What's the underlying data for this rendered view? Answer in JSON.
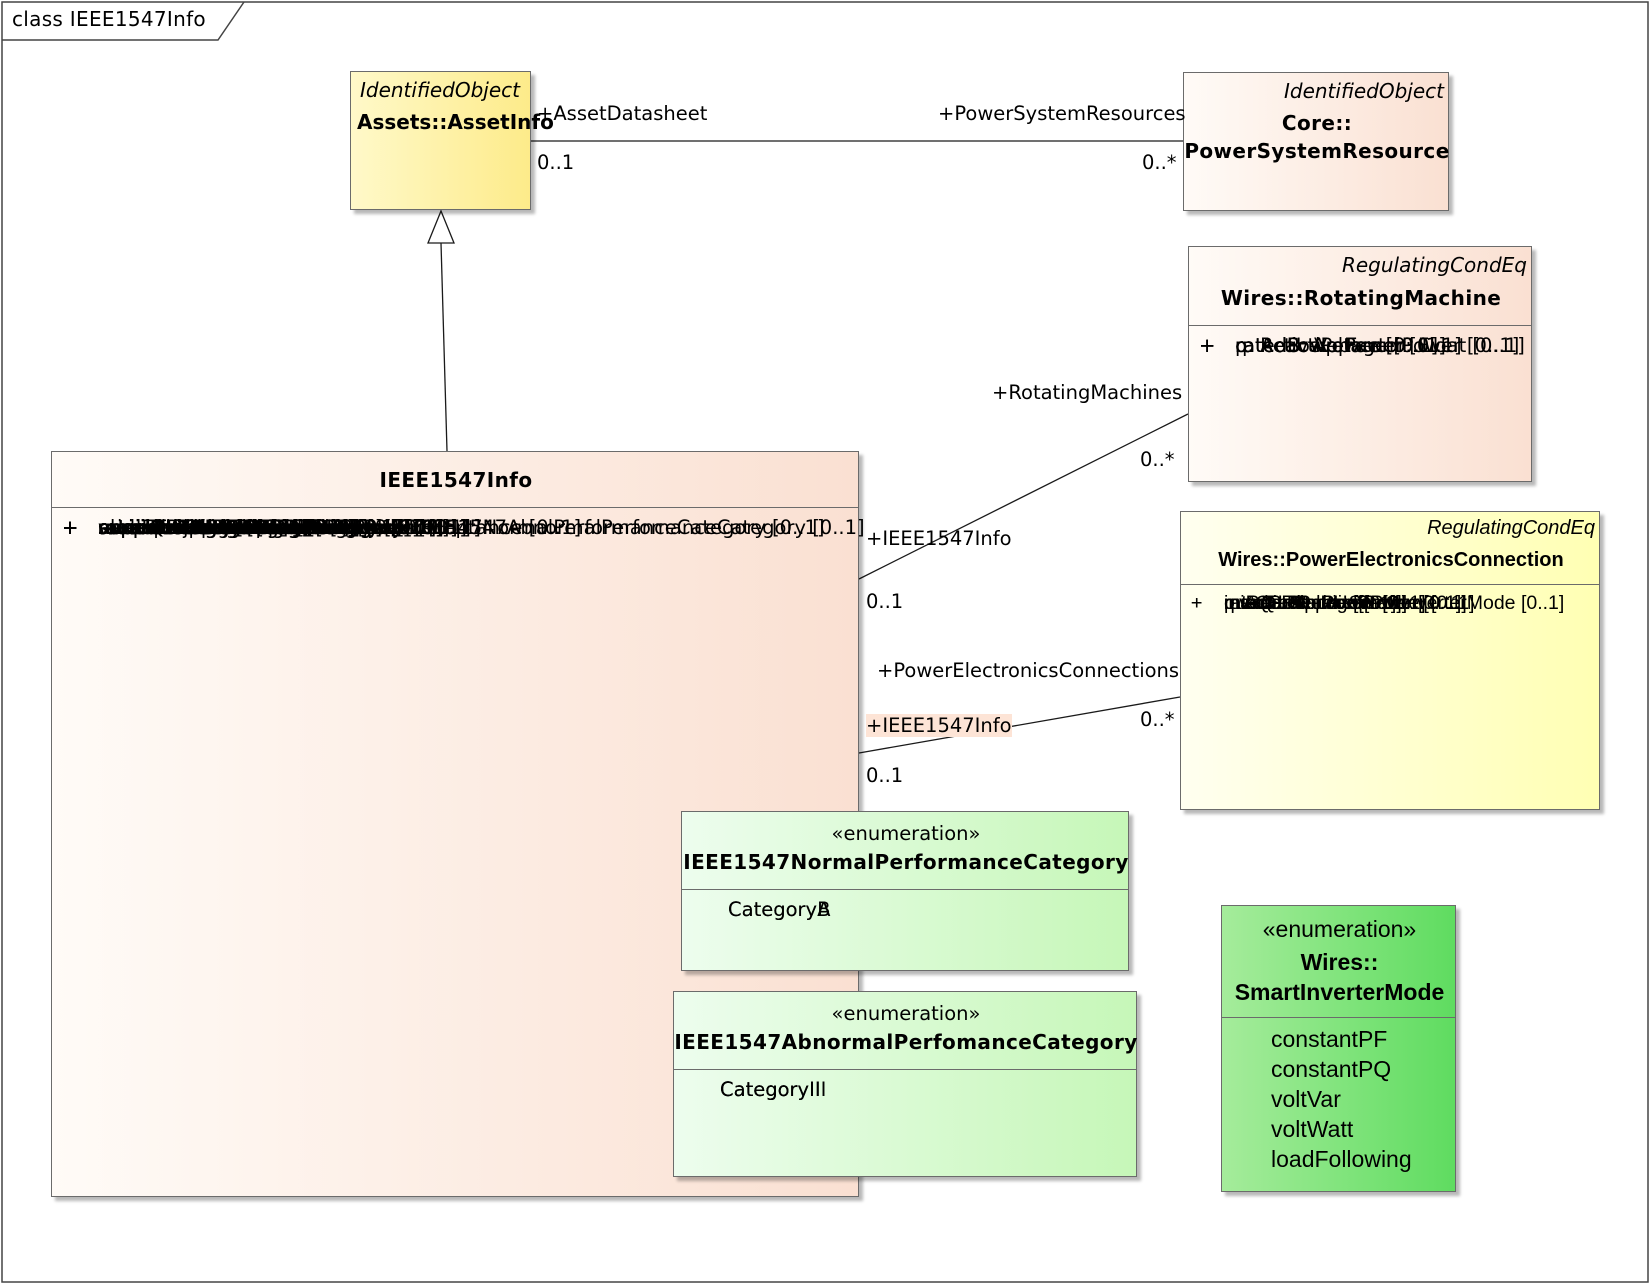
{
  "frame": {
    "title": "class IEEE1547Info"
  },
  "classes": {
    "asset_info": {
      "stereotype": "IdentifiedObject",
      "name": "Assets::AssetInfo"
    },
    "power_system_resource": {
      "stereotype": "IdentifiedObject",
      "name_line1": "Core::",
      "name_line2": "PowerSystemResource"
    },
    "rotating_machine": {
      "stereotype": "RegulatingCondEq",
      "name": "Wires::RotatingMachine",
      "attributes": [
        "ratedPowerFactor: Float [0..1]",
        "p: ActivePower [0..1]",
        "ratedS: ApparentPower [0..1]",
        "q: ReactivePower [0..1]",
        "ratedU: Voltage [0..1]"
      ]
    },
    "power_electronics_connection": {
      "stereotype": "RegulatingCondEq",
      "name": "Wires::PowerElectronicsConnection",
      "attributes": [
        "maxQ: ReactivePower [0..1]",
        "minQ: ReactivePower [0..1]",
        "ratedS: ApparentPower [0..1]",
        "ratedU: Voltage [0..1]",
        "p: ActivePower [0..1]",
        "q: ReactivePower [0..1]",
        "maxIFault: PU [0..1]",
        "inverterMode: SmartInverterMode [0..1]"
      ]
    },
    "ieee1547_info": {
      "name": "IEEE1547Info",
      "attributes": [
        "ratedPatUnityPF: ActivePower [0..1]",
        "ratedPoverExcited: ActivePower [0..1]",
        "overExcitedPF: Float [0..1]",
        "ratedPunderExcited: ActivePower [0..1]",
        "underExcitedPF: Float [0..1]",
        "ratedS: ApparentPower [0..1]",
        "normalPerformanceCategory: IEEE1547NormalPerformanceCategory [0..1]",
        "abnormalPerformanceCategory: IEEE1547AbnormalPerfomanceCategory [0..1]",
        "ratedQinjected: ReactivePower [0..1]",
        "ratedQabsorbed: ReactivePower [0..1]",
        "ratedPcharge: ActivePower [0..1]",
        "ratedScharge: ApparentPower [0..1]",
        "ratedU: Voltage [0..1]",
        "maximumU: Voltage [0..1]",
        "minimumU: Voltage [0..1]",
        "supportsConstantPF: Boolean [0..1]",
        "supportsVoltVar: Boolean [0..1]",
        "supportsWattVar: Boolean [0..1]",
        "supportsConstantQ: Boolean [0..1]",
        "susceptanceCeaseToEnergize: Susceptance [0..1]",
        "manufacturer: String [0..1]",
        "model: String [0..1]",
        "serialNumber: String [0..1]",
        "version: String [0..1]"
      ]
    },
    "normal_category": {
      "stereotype": "«enumeration»",
      "name": "IEEE1547NormalPerformanceCategory",
      "literals": [
        "CategoryA",
        "CategoryB"
      ]
    },
    "abnormal_category": {
      "stereotype": "«enumeration»",
      "name": "IEEE1547AbnormalPerfomanceCategory",
      "literals": [
        "CategoryI",
        "CategoryII",
        "CategoryIII"
      ]
    },
    "smart_inverter_mode": {
      "stereotype": "«enumeration»",
      "name_line1": "Wires::",
      "name_line2": "SmartInverterMode",
      "literals": [
        "constantPF",
        "constantPQ",
        "voltVar",
        "voltWatt",
        "loadFollowing"
      ]
    }
  },
  "plus_symbol": "+",
  "associations": {
    "asset_psr": {
      "role_a": "+AssetDatasheet",
      "mult_a": "0..1",
      "role_b": "+PowerSystemResources",
      "mult_b": "0..*"
    },
    "info_rm": {
      "role_info": "+IEEE1547Info",
      "mult_info": "0..1",
      "role_rm": "+RotatingMachines",
      "mult_rm": "0..*"
    },
    "info_pec": {
      "role_info": "+IEEE1547Info",
      "mult_info": "0..1",
      "role_pec": "+PowerElectronicsConnections",
      "mult_pec": "0..*"
    }
  },
  "colors": {
    "line": "#1a1a1a",
    "border": "#6b6b6b"
  }
}
